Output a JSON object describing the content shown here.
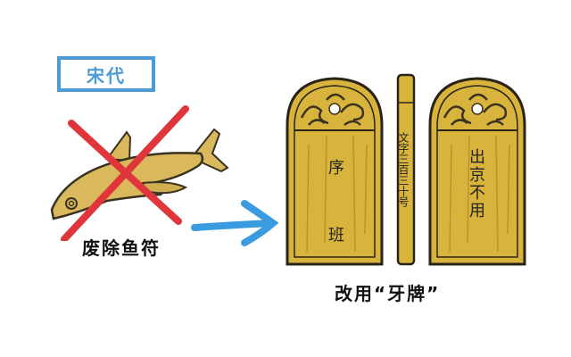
{
  "left_panel": {
    "era_label": "宋代",
    "item": "fish-tally-icon",
    "crossed_out": true,
    "caption": "废除鱼符"
  },
  "transition": {
    "icon": "arrow-right-icon",
    "color": "#3a9be0"
  },
  "right_panel": {
    "caption": "改用“牙牌”",
    "tablets": [
      {
        "name": "tablet-front",
        "text": "序 班"
      },
      {
        "name": "tablet-side",
        "text": "文字三百三十号"
      },
      {
        "name": "tablet-back",
        "text": "出京不用"
      }
    ]
  },
  "colors": {
    "gold": "#d9b43c",
    "gold_dark": "#b8952a",
    "outline": "#2a2418",
    "cross_red": "#e0353a",
    "badge_blue": "#4a9bd8"
  }
}
